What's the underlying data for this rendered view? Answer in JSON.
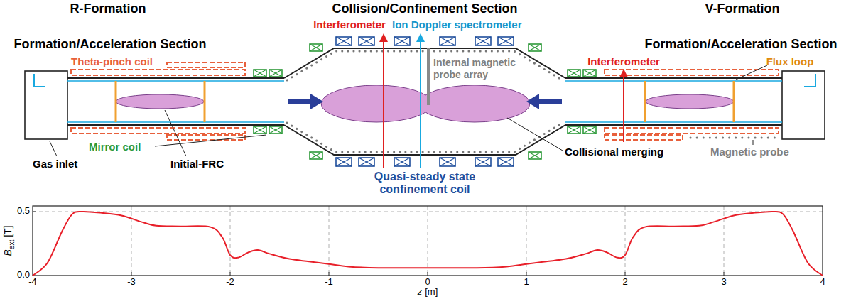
{
  "diagram": {
    "labels": [
      "R-Formation",
      "Formation/Acceleration Section",
      "Collision/Confinement Section",
      "V-Formation",
      "Formation/Acceleration Section",
      "Interferometer",
      "Ion Doppler spectrometer",
      "Interferometer",
      "Theta-pinch coil",
      "Flux loop",
      "Internal magnetic probe array",
      "Mirror coil",
      "Gas inlet",
      "Initial-FRC",
      "Quasi-steady state confinement coil",
      "Collisional merging",
      "Magnetic probe",
      "0.5",
      "0.0",
      "B",
      "ext",
      "[T]",
      "-4",
      "-3",
      "-2",
      "-1",
      "0",
      "1",
      "2",
      "3",
      "4",
      "z",
      "[m]"
    ]
  }
}
